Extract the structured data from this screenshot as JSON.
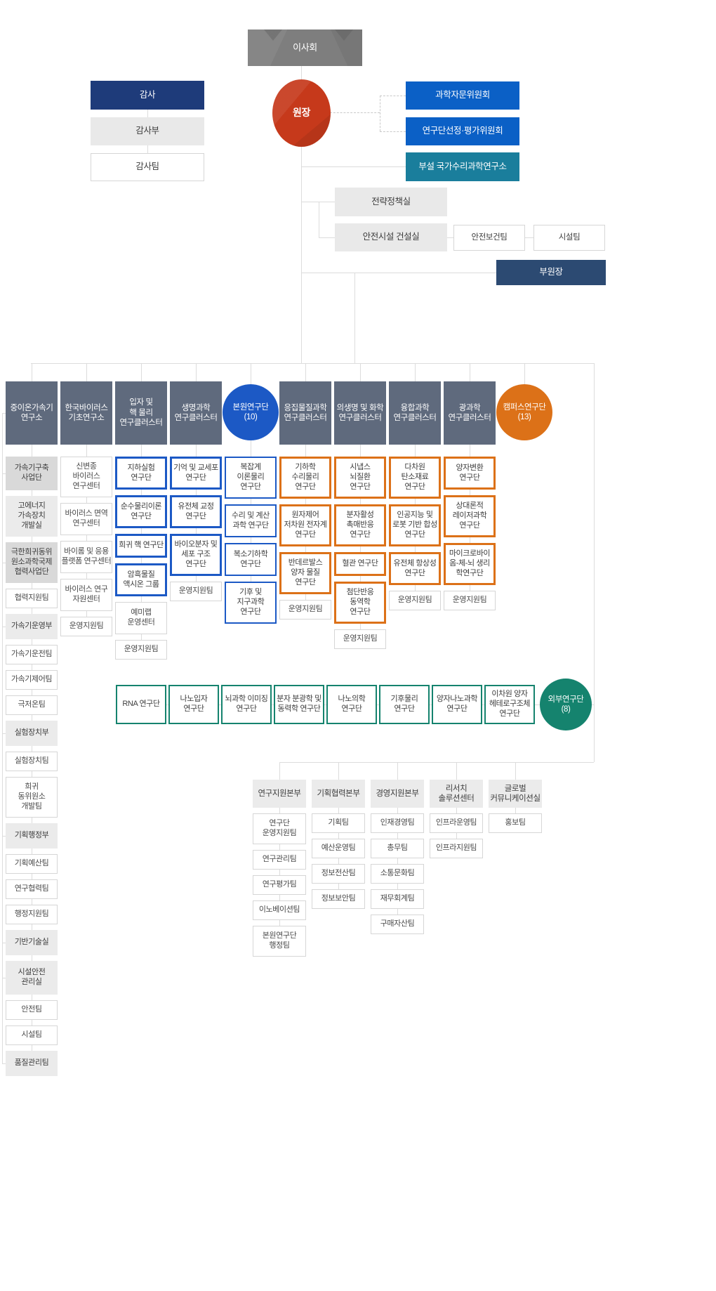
{
  "colors": {
    "navy": "#1e3b7a",
    "navy_light": "#2c4a72",
    "blue": "#0b60c6",
    "teal": "#1a7e9c",
    "red": "#c6391b",
    "slate": "#5f6a7d",
    "accent_blue": "#1c59c5",
    "accent_orange": "#dc7118",
    "accent_green": "#15836e",
    "gray_box": "#ebebeb",
    "gray_dark_box": "#d9d9d9",
    "line": "#dcdcdc"
  },
  "top": {
    "board": "이사회",
    "audit": [
      {
        "label": "감사"
      },
      {
        "label": "감사부"
      },
      {
        "label": "감사팀"
      }
    ],
    "president": "원장",
    "committees": [
      {
        "label": "과학자문위원회"
      },
      {
        "label": "연구단선정·평가위원회"
      },
      {
        "label": "부설 국가수리과학연구소"
      }
    ],
    "offices": [
      {
        "label": "전략정책실"
      },
      {
        "label": "안전시설 건설실"
      }
    ],
    "office_teams": [
      {
        "label": "안전보건팀"
      },
      {
        "label": "시설팀"
      }
    ],
    "vice_president": "부원장"
  },
  "divisions": [
    {
      "label": "중이온가속기\n연구소",
      "type": "box",
      "items": [
        {
          "label": "가속기구축\n사업단",
          "style": "gray-dark",
          "rail": true
        },
        {
          "label": "고에너지\n가속장치\n개발실",
          "style": "gray"
        },
        {
          "label": "극한희귀동위\n원소과학국제\n협력사업단",
          "style": "gray-dark",
          "rail": true
        },
        {
          "label": "협력지원팀",
          "style": "white"
        },
        {
          "label": "가속기운영부",
          "style": "gray",
          "rail": true
        },
        {
          "label": "가속기운전팀",
          "style": "white"
        },
        {
          "label": "가속기제어팀",
          "style": "white"
        },
        {
          "label": "극저온팀",
          "style": "white"
        },
        {
          "label": "실험장치부",
          "style": "gray",
          "rail": true
        },
        {
          "label": "실험장치팀",
          "style": "white"
        },
        {
          "label": "희귀\n동위원소\n개발팀",
          "style": "white"
        },
        {
          "label": "기획행정부",
          "style": "gray",
          "rail": true
        },
        {
          "label": "기획예산팀",
          "style": "white"
        },
        {
          "label": "연구협력팀",
          "style": "white"
        },
        {
          "label": "행정지원팀",
          "style": "white"
        },
        {
          "label": "기반기술실",
          "style": "gray",
          "rail": true
        },
        {
          "label": "시설안전\n관리실",
          "style": "gray",
          "rail": true
        },
        {
          "label": "안전팀",
          "style": "white"
        },
        {
          "label": "시설팀",
          "style": "white"
        },
        {
          "label": "품질관리팀",
          "style": "gray",
          "rail": true
        }
      ]
    },
    {
      "label": "한국바이러스\n기초연구소",
      "type": "box",
      "items": [
        {
          "label": "신변종\n바이러스\n연구센터",
          "style": "white"
        },
        {
          "label": "바이러스 면역\n연구센터",
          "style": "white"
        },
        {
          "label": "바이롬 및 응용\n플랫폼 연구센터",
          "style": "white"
        },
        {
          "label": "바이러스 연구\n자원센터",
          "style": "white"
        },
        {
          "label": "운영지원팀",
          "style": "white"
        }
      ]
    },
    {
      "label": "입자 및\n핵 물리\n연구클러스터",
      "type": "box",
      "items": [
        {
          "label": "지하실험\n연구단",
          "style": "blue"
        },
        {
          "label": "순수물리이론\n연구단",
          "style": "blue"
        },
        {
          "label": "희귀 핵 연구단",
          "style": "blue"
        },
        {
          "label": "암흑물질\n액시온 그룹",
          "style": "blue"
        },
        {
          "label": "예미랩\n운영센터",
          "style": "white"
        },
        {
          "label": "운영지원팀",
          "style": "white"
        }
      ]
    },
    {
      "label": "생명과학\n연구클러스터",
      "type": "box",
      "items": [
        {
          "label": "기억 및 교세포\n연구단",
          "style": "blue"
        },
        {
          "label": "유전체 교정\n연구단",
          "style": "blue"
        },
        {
          "label": "바이오분자 및\n세포 구조\n연구단",
          "style": "blue"
        },
        {
          "label": "운영지원팀",
          "style": "white"
        }
      ]
    },
    {
      "label": "본원연구단\n(10)",
      "type": "circle",
      "color": "blue",
      "items": [
        {
          "label": "복잡계\n이론물리\n연구단",
          "style": "blue-thin"
        },
        {
          "label": "수리 및 계산\n과학 연구단",
          "style": "blue-thin"
        },
        {
          "label": "복소기하학\n연구단",
          "style": "blue-thin"
        },
        {
          "label": "기후 및\n지구과학\n연구단",
          "style": "blue-thin"
        }
      ]
    },
    {
      "label": "응집물질과학\n연구클러스터",
      "type": "box",
      "items": [
        {
          "label": "기하학\n수리물리\n연구단",
          "style": "orange"
        },
        {
          "label": "원자제어\n저차원 전자계\n연구단",
          "style": "orange"
        },
        {
          "label": "반데르발스\n양자 물질\n연구단",
          "style": "orange"
        },
        {
          "label": "운영지원팀",
          "style": "white"
        }
      ]
    },
    {
      "label": "의생명 및 화학\n연구클러스터",
      "type": "box",
      "items": [
        {
          "label": "시냅스\n뇌질환\n연구단",
          "style": "orange"
        },
        {
          "label": "분자활성\n촉매반응\n연구단",
          "style": "orange"
        },
        {
          "label": "혈관 연구단",
          "style": "orange"
        },
        {
          "label": "첨단반응\n동역학\n연구단",
          "style": "orange"
        },
        {
          "label": "운영지원팀",
          "style": "white"
        }
      ]
    },
    {
      "label": "융합과학\n연구클러스터",
      "type": "box",
      "items": [
        {
          "label": "다차원\n탄소재료\n연구단",
          "style": "orange"
        },
        {
          "label": "인공지능 및\n로봇 기반 합성\n연구단",
          "style": "orange"
        },
        {
          "label": "유전체 항상성\n연구단",
          "style": "orange"
        },
        {
          "label": "운영지원팀",
          "style": "white"
        }
      ]
    },
    {
      "label": "광과학\n연구클러스터",
      "type": "box",
      "items": [
        {
          "label": "양자변환\n연구단",
          "style": "orange"
        },
        {
          "label": "상대론적\n레이저과학\n연구단",
          "style": "orange"
        },
        {
          "label": "마이크로바이\n옴-체-뇌 생리\n학연구단",
          "style": "orange"
        },
        {
          "label": "운영지원팀",
          "style": "white"
        }
      ]
    },
    {
      "label": "캠퍼스연구단\n(13)",
      "type": "circle",
      "color": "orange",
      "items": []
    }
  ],
  "external": {
    "circle": "외부연구단\n(8)",
    "items": [
      {
        "label": "RNA 연구단"
      },
      {
        "label": "나노입자\n연구단"
      },
      {
        "label": "뇌과학 이미징\n연구단"
      },
      {
        "label": "분자 분광학 및\n동력학 연구단"
      },
      {
        "label": "나노의학\n연구단"
      },
      {
        "label": "기후물리\n연구단"
      },
      {
        "label": "양자나노과학\n연구단"
      },
      {
        "label": "이차원 양자\n헤테로구조체\n연구단"
      }
    ]
  },
  "hq": [
    {
      "label": "연구지원본부",
      "items": [
        {
          "label": "연구단\n운영지원팀"
        },
        {
          "label": "연구관리팀"
        },
        {
          "label": "연구평가팀"
        },
        {
          "label": "이노베이션팀"
        },
        {
          "label": "본원연구단\n행정팀"
        }
      ]
    },
    {
      "label": "기획협력본부",
      "items": [
        {
          "label": "기획팀"
        },
        {
          "label": "예산운영팀"
        },
        {
          "label": "정보전산팀"
        },
        {
          "label": "정보보안팀"
        }
      ]
    },
    {
      "label": "경영지원본부",
      "items": [
        {
          "label": "인재경영팀"
        },
        {
          "label": "총무팀"
        },
        {
          "label": "소통문화팀"
        },
        {
          "label": "재무회계팀"
        },
        {
          "label": "구매자산팀"
        }
      ]
    },
    {
      "label": "리서치\n솔루션센터",
      "items": [
        {
          "label": "인프라운영팀"
        },
        {
          "label": "인프라지원팀"
        }
      ]
    },
    {
      "label": "글로벌\n커뮤니케이션실",
      "items": [
        {
          "label": "홍보팀"
        }
      ]
    }
  ]
}
